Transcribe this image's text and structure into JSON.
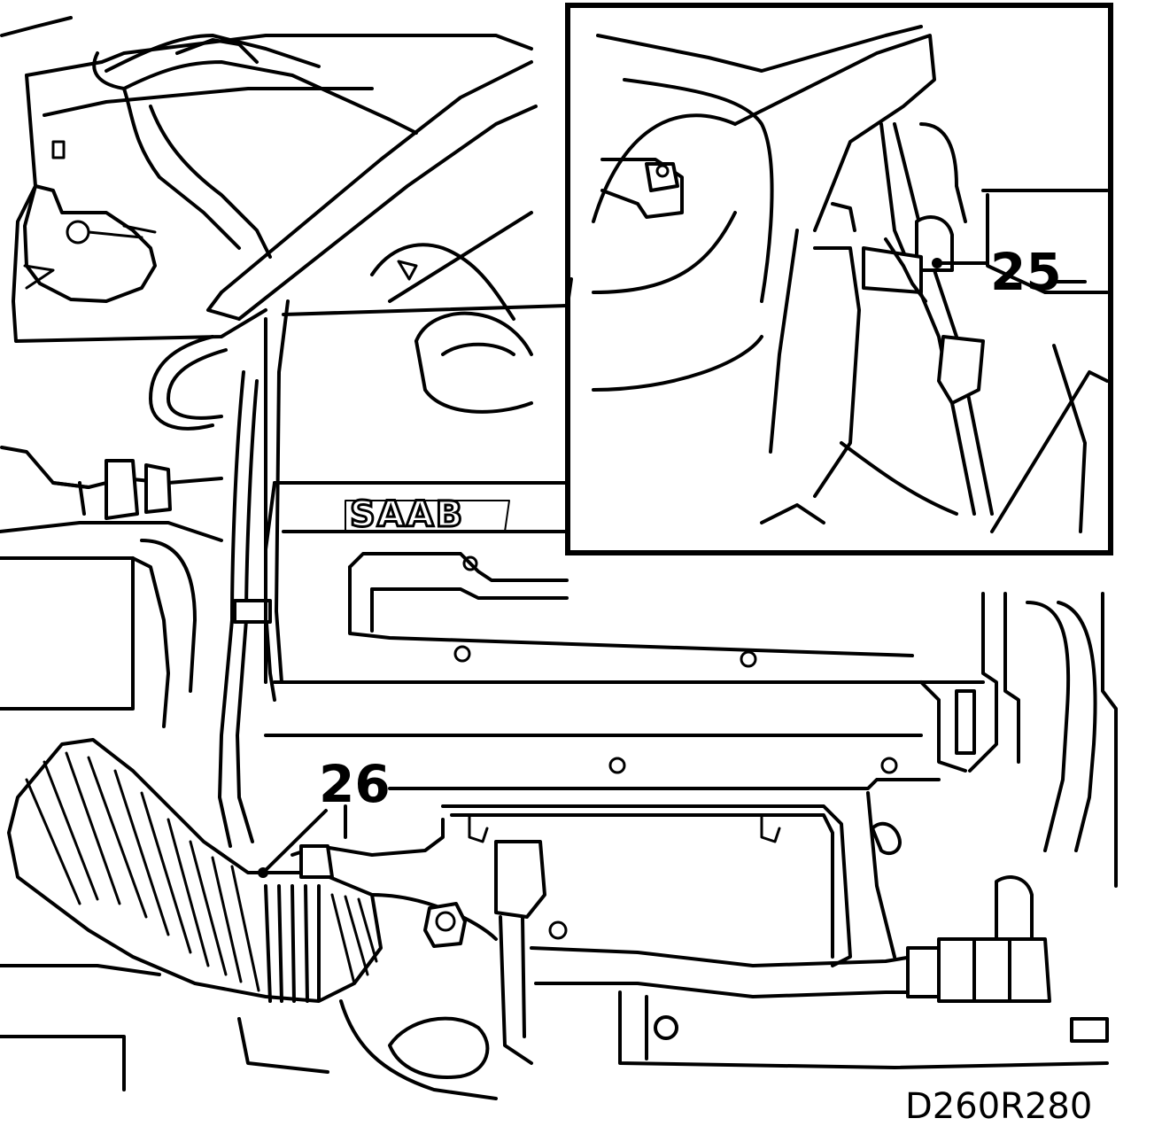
{
  "diagram": {
    "callouts": [
      {
        "id": "25",
        "label": "25"
      },
      {
        "id": "26",
        "label": "26"
      }
    ],
    "brand_text": "SAAB",
    "figure_code": "D260R280"
  }
}
